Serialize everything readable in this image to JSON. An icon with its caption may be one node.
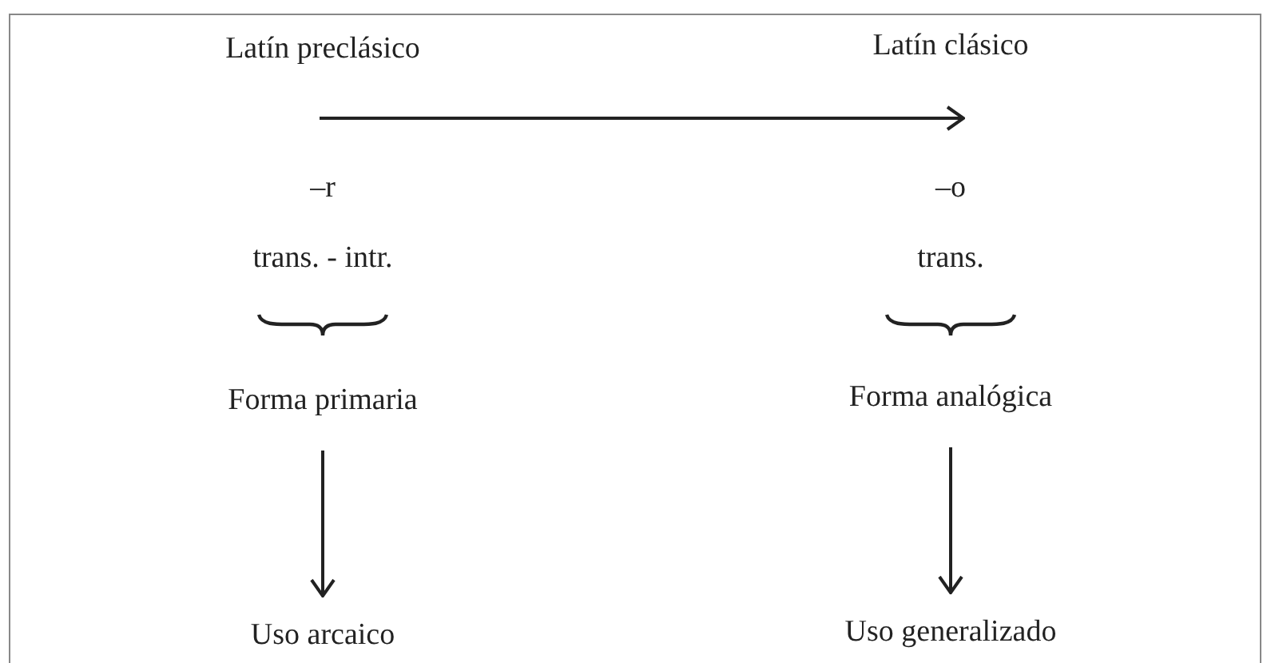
{
  "diagram": {
    "nodes": [
      {
        "text": [
          "Forma primaria"
        ]
      },
      {
        "text": [
          "Uso arcaico"
        ]
      },
      {
        "text": [
          "Forma analógica"
        ]
      },
      {
        "text": [
          "Uso generalizado"
        ]
      }
    ],
    "edges": [
      {
        "from": 0,
        "to": 1,
        "arrow": "to"
      },
      {
        "from": 2,
        "to": 3,
        "arrow": "to"
      }
    ],
    "labels": [
      "Latín preclásico",
      "Latín clásico",
      "–r",
      "–o",
      "trans. - intr.",
      "trans."
    ]
  }
}
